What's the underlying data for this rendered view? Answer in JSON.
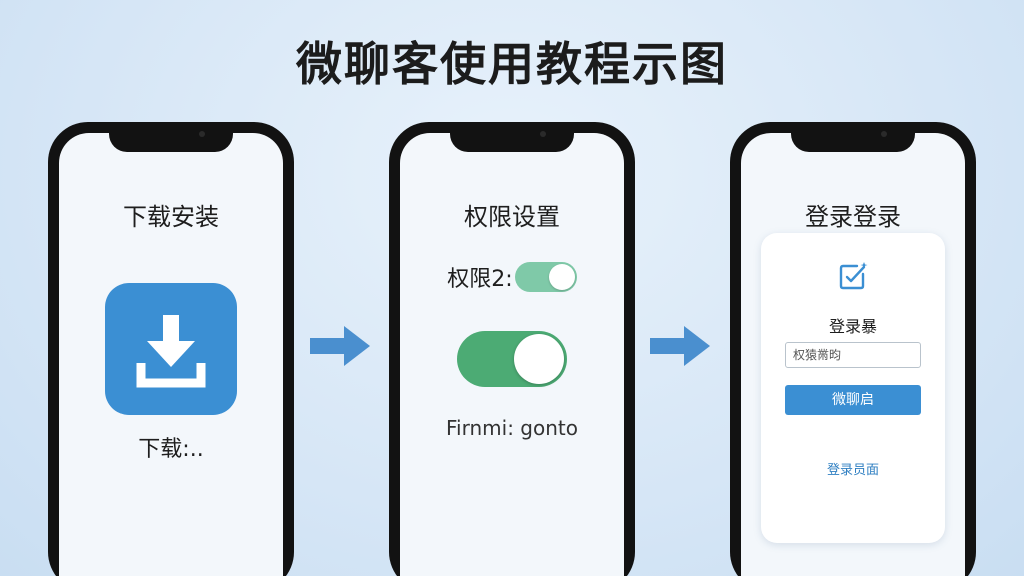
{
  "title": "微聊客使用教程示图",
  "colors": {
    "accent_blue": "#3b8fd3",
    "toggle_green": "#4cab74",
    "toggle_light_green": "#7fc9a8",
    "phone_frame": "#121212",
    "arrow": "#4a8fcf"
  },
  "steps": [
    {
      "title": "下载安装",
      "icon": "download-icon",
      "caption": "下载:.."
    },
    {
      "title": "权限设置",
      "permission_label": "权限2:",
      "permission_on": true,
      "main_toggle_on": true,
      "caption": "Firnmi: gonto"
    },
    {
      "title": "登录登录",
      "icon": "edit-icon",
      "heading": "登录暴",
      "input_value": "权猿黹昀",
      "button_label": "微聊启",
      "link_label": "登录员面"
    }
  ],
  "arrows": [
    "arrow-right-icon",
    "arrow-right-icon"
  ]
}
